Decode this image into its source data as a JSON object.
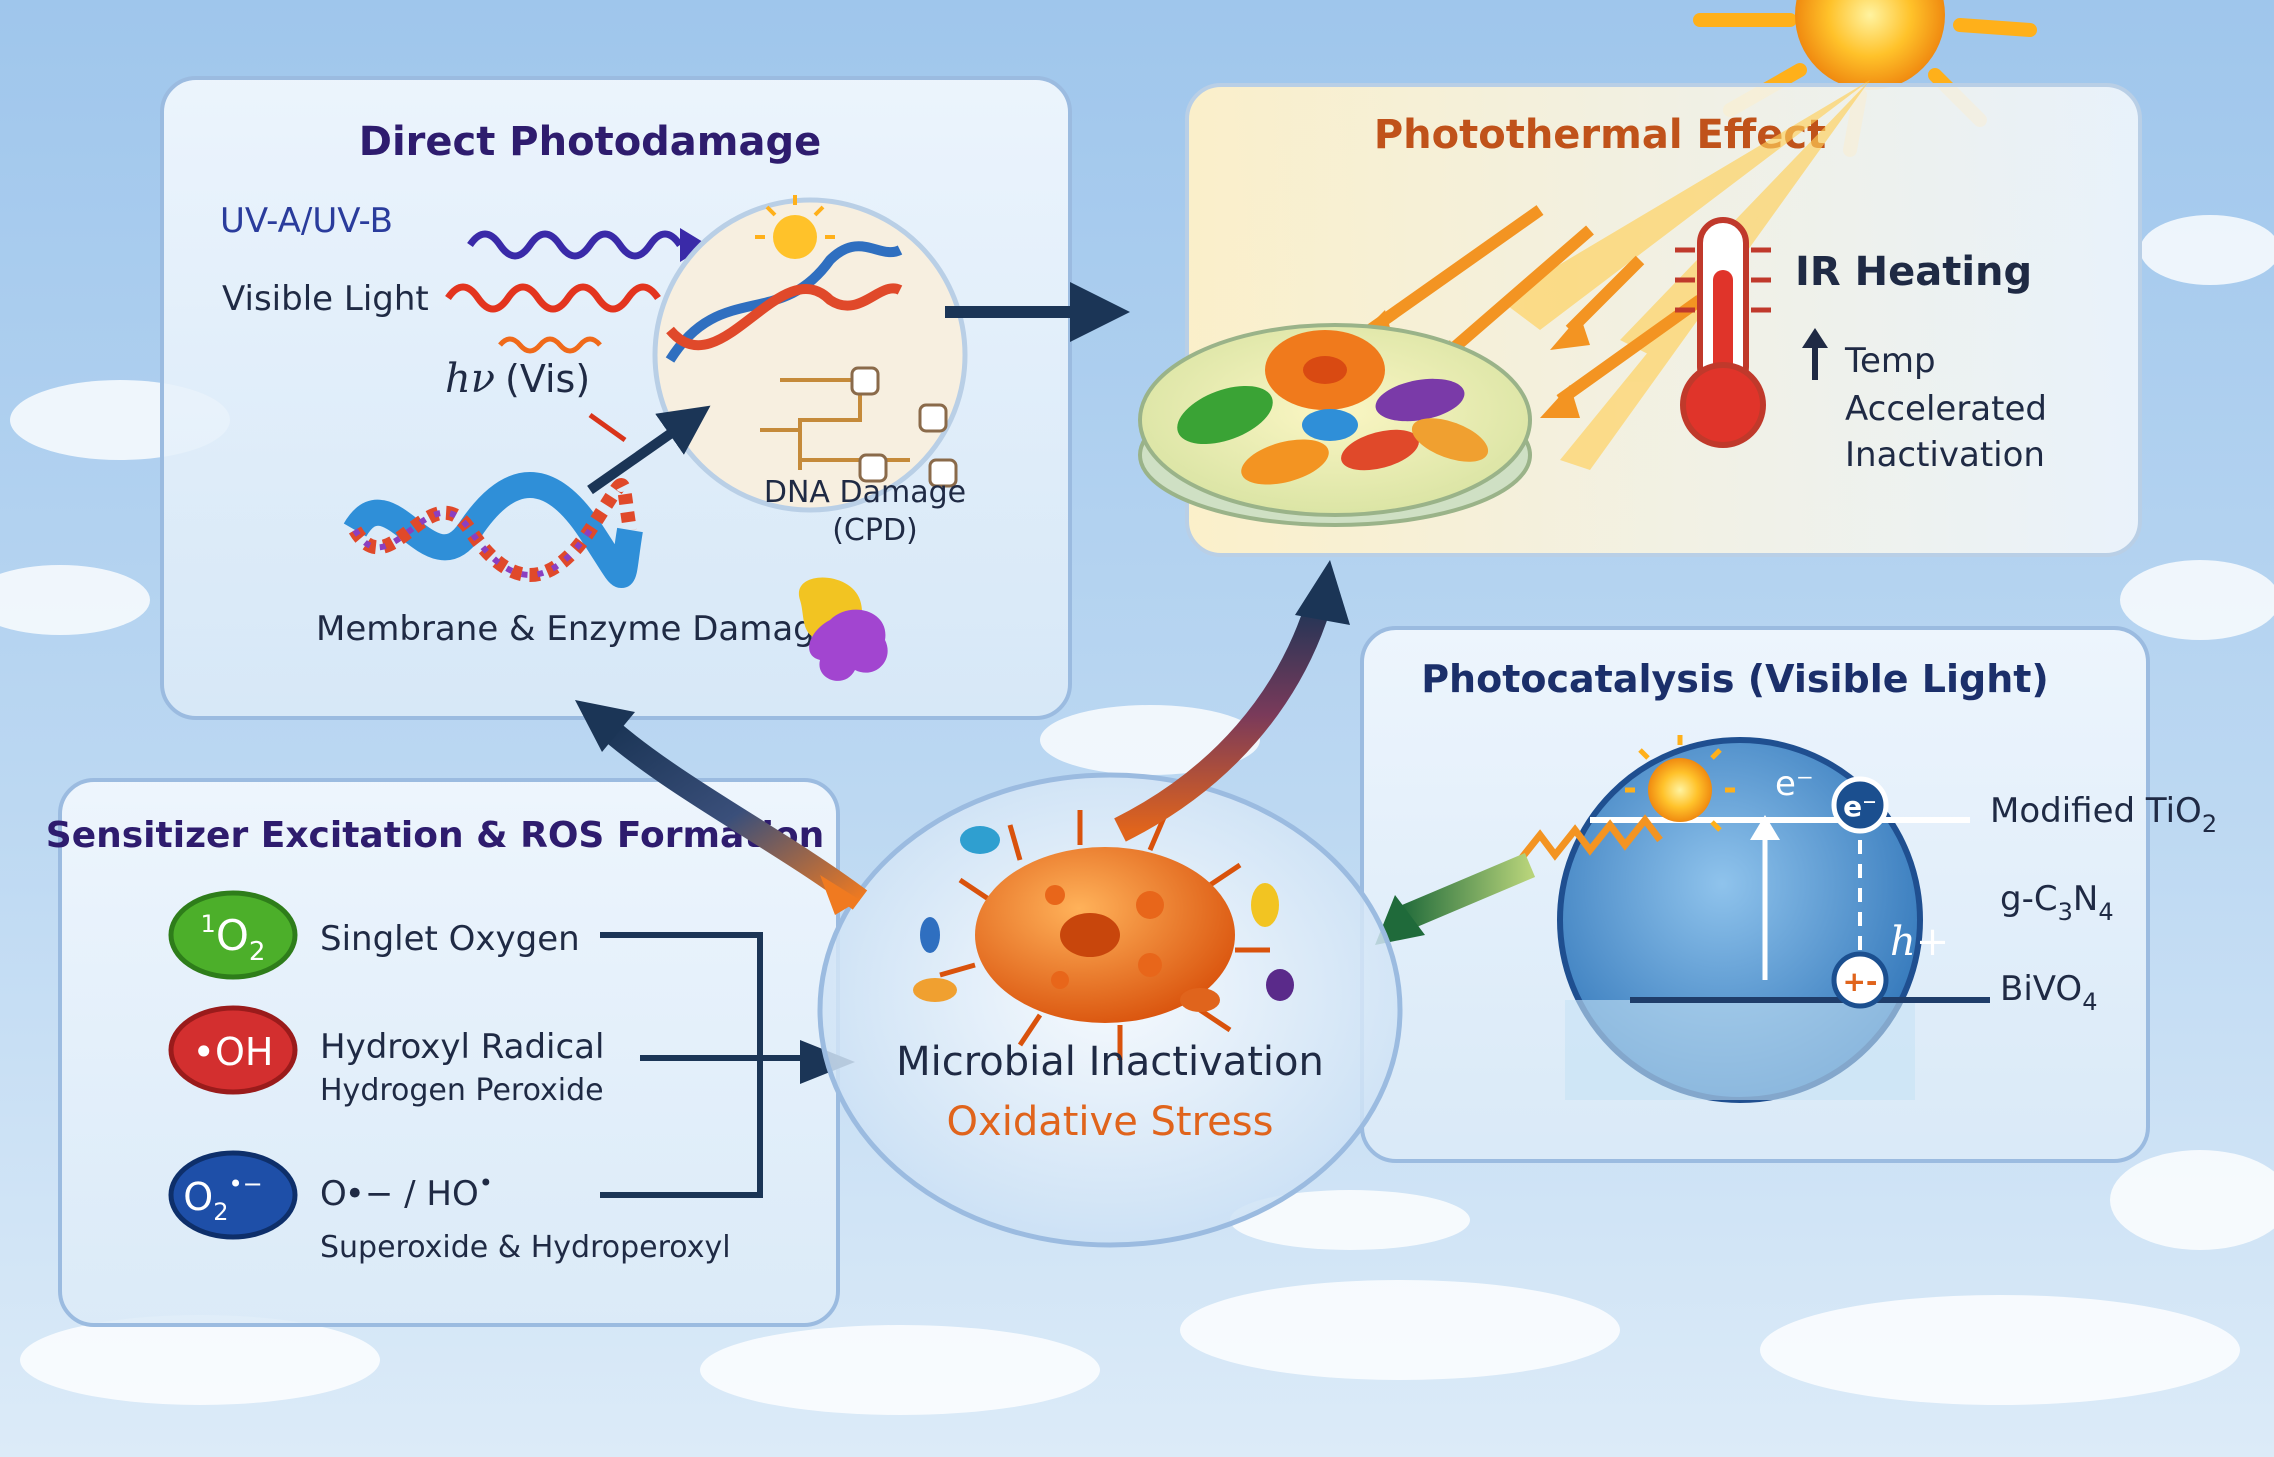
{
  "direct": {
    "title": "Direct Photodamage",
    "uv_label": "UV-A/UV-B",
    "visible_label": "Visible Light",
    "hv_main": "hν",
    "hv_sub": "(Vis)",
    "dna_damage": "DNA Damage",
    "cpd": "(CPD)",
    "membrane": "Membrane & Enzyme Damage"
  },
  "photothermal": {
    "title": "Photothermal Effect",
    "ir": "IR Heating",
    "temp": "Temp",
    "accelerated": "Accelerated",
    "inactivation": "Inactivation"
  },
  "sensitizer": {
    "title": "Sensitizer Excitation & ROS Formation",
    "items": [
      {
        "badge_main": "O",
        "badge_pre": "1",
        "badge_sub": "2",
        "name": "Singlet Oxygen",
        "sub": "",
        "color": "#4caf2a"
      },
      {
        "badge_main": "•OH",
        "badge_pre": "",
        "badge_sub": "",
        "name": "Hydroxyl Radical",
        "sub": "Hydrogen Peroxide",
        "color": "#d32f2f"
      },
      {
        "badge_main": "O",
        "badge_pre": "",
        "badge_sub": "2",
        "badge_sup": "•−",
        "name_a": "O",
        "name_b": "•− / HO",
        "name_c": "•",
        "sub": "Superoxide & Hydroperoxyl",
        "color": "#1e4fa8"
      }
    ]
  },
  "center": {
    "line1": "Microbial Inactivation",
    "line2": "Oxidative Stress"
  },
  "photocat": {
    "title": "Photocatalysis (Visible Light)",
    "electron_top": "e⁻",
    "electron_circle": "e⁻",
    "hole_label": "h+",
    "hole_circle": "+-",
    "mat1_a": "Modified TiO",
    "mat1_sub": "2",
    "mat2_a": "g-C",
    "mat2_sub1": "3",
    "mat2_b": "N",
    "mat2_sub2": "4",
    "mat3_a": "BiVO",
    "mat3_sub": "4"
  },
  "colors": {
    "sky_top": "#a9cdee",
    "sky_bottom": "#d6e8f7",
    "title_purple": "#2e1c6e",
    "title_orange": "#c0521a",
    "arrow_navy": "#1b3556",
    "oxidative_orange": "#e0641c"
  }
}
